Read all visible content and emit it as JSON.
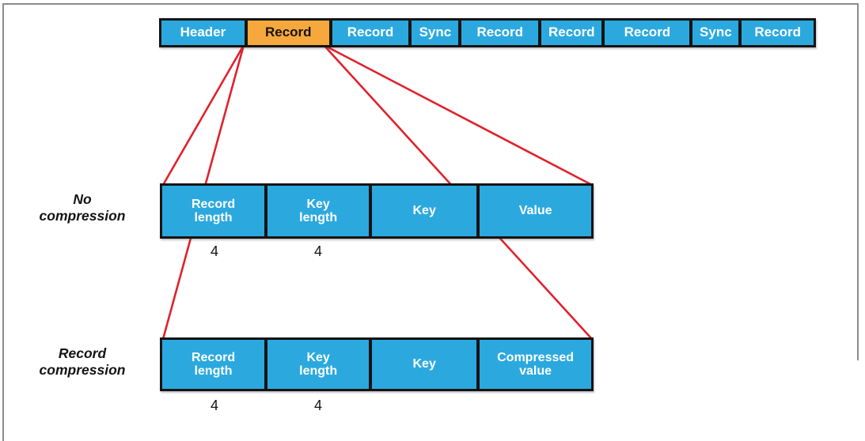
{
  "figure": {
    "top_row": {
      "segments": [
        {
          "label": "Header",
          "type": "header",
          "highlighted": false
        },
        {
          "label": "Record",
          "type": "record",
          "highlighted": true
        },
        {
          "label": "Record",
          "type": "record",
          "highlighted": false
        },
        {
          "label": "Sync",
          "type": "sync",
          "highlighted": false
        },
        {
          "label": "Record",
          "type": "record",
          "highlighted": false
        },
        {
          "label": "Record",
          "type": "record",
          "highlighted": false
        },
        {
          "label": "Record",
          "type": "record",
          "highlighted": false
        },
        {
          "label": "Sync",
          "type": "sync",
          "highlighted": false
        },
        {
          "label": "Record",
          "type": "record",
          "highlighted": false
        }
      ]
    },
    "no_compression": {
      "label": "No\ncompression",
      "cells": [
        "Record\nlength",
        "Key\nlength",
        "Key",
        "Value"
      ],
      "byte_sizes": [
        "4",
        "4"
      ]
    },
    "record_compression": {
      "label": "Record\ncompression",
      "cells": [
        "Record\nlength",
        "Key\nlength",
        "Key",
        "Compressed\nvalue"
      ],
      "byte_sizes": [
        "4",
        "4"
      ]
    },
    "colors": {
      "segment_blue": "#2ba9df",
      "highlight_orange": "#f7a83c",
      "connector_red": "#e0222c",
      "border_black": "#141414",
      "frame_gray": "#8c8c8c"
    }
  }
}
